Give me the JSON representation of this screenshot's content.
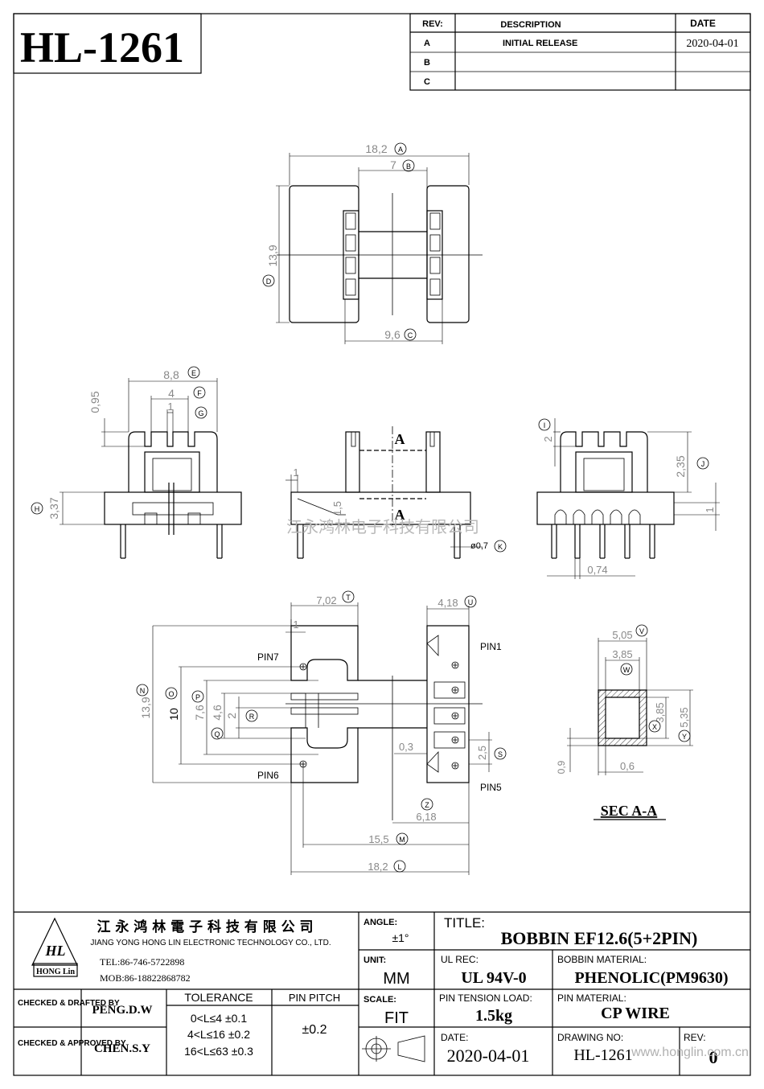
{
  "part_number": "HL-1261",
  "revision_table": {
    "headers": {
      "rev": "REV:",
      "description": "DESCRIPTION",
      "date": "DATE"
    },
    "rows": [
      {
        "rev": "A",
        "description": "INITIAL RELEASE",
        "date": "2020-04-01"
      },
      {
        "rev": "B",
        "description": "",
        "date": ""
      },
      {
        "rev": "C",
        "description": "",
        "date": ""
      }
    ]
  },
  "dimensions": {
    "top_width": "18,2",
    "top_width_tag": "A",
    "top_inner": "7",
    "top_inner_tag": "B",
    "top_bottom": "9,6",
    "top_bottom_tag": "C",
    "top_height": "13,9",
    "top_height_tag": "D",
    "front_width": "8,8",
    "front_width_tag": "E",
    "front_slot": "4",
    "front_slot_tag": "F",
    "front_gap": "1",
    "front_gap_tag": "G",
    "front_top": "0,95",
    "front_height": "3,37",
    "front_height_tag": "H",
    "mid_1": "1",
    "mid_15": "1,5",
    "pin_dia": "ø0,7",
    "pin_dia_tag": "K",
    "right_2": "2",
    "right_2_tag": "I",
    "right_235": "2,35",
    "right_235_tag": "J",
    "right_1": "1",
    "right_074": "0,74",
    "bot_702": "7,02",
    "bot_702_tag": "T",
    "bot_1": "1",
    "bot_418": "4,18",
    "bot_418_tag": "U",
    "bot_139": "13,9",
    "bot_139_tag": "N",
    "bot_10": "10",
    "bot_10_tag": "O",
    "bot_76": "7,6",
    "bot_76_tag": "P",
    "bot_46": "4,6",
    "bot_46_tag": "Q",
    "bot_2": "2",
    "bot_2_tag": "R",
    "bot_03": "0,3",
    "bot_25": "2,5",
    "bot_25_tag": "S",
    "bot_618": "6,18",
    "bot_618_tag": "Z",
    "bot_155": "15,5",
    "bot_155_tag": "M",
    "bot_182": "18,2",
    "bot_182_tag": "L",
    "sec_505": "5,05",
    "sec_505_tag": "V",
    "sec_385w": "3,85",
    "sec_385w_tag": "W",
    "sec_385h": "3,85",
    "sec_385h_tag": "X",
    "sec_535": "5,35",
    "sec_535_tag": "Y",
    "sec_09": "0,9",
    "sec_06": "0,6"
  },
  "section_marks": {
    "a_top": "A",
    "a_bottom": "A"
  },
  "pin_labels": {
    "pin7": "PIN7",
    "pin6": "PIN6",
    "pin1": "PIN1",
    "pin5": "PIN5"
  },
  "section_title": "SEC A-A",
  "watermark_cn": "江永鸿林电子科技有限公司",
  "company": {
    "name_cn": "江 永 鸿 林 電 子 科 技 有 限 公 司",
    "name_en": "JIANG YONG HONG LIN ELECTRONIC TECHNOLOGY CO., LTD.",
    "tel": "TEL:86-746-5722898",
    "mob": "MOB:86-18822868782"
  },
  "title_block": {
    "angle_label": "ANGLE:",
    "angle_value": "±1°",
    "unit_label": "UNIT:",
    "unit_value": "MM",
    "scale_label": "SCALE:",
    "scale_value": "FIT",
    "title_label": "TITLE:",
    "title_value": "BOBBIN EF12.6(5+2PIN)",
    "ul_label": "UL REC:",
    "ul_value": "UL 94V-0",
    "material_label": "BOBBIN MATERIAL:",
    "material_value": "PHENOLIC(PM9630)",
    "tension_label": "PIN TENSION LOAD:",
    "tension_value": "1.5kg",
    "pin_material_label": "PIN MATERIAL:",
    "pin_material_value": "CP WIRE",
    "date_label": "DATE:",
    "date_value": "2020-04-01",
    "drawing_label": "DRAWING NO:",
    "drawing_value": "HL-1261",
    "rev_label": "REV:",
    "rev_value": "0",
    "checked_drafted": "CHECKED & DRAFTED BY",
    "drafted_name": "PENG.D.W",
    "checked_approved": "CHECKED & APPROVED BY",
    "approved_name": "CHEN.S.Y",
    "tolerance_label": "TOLERANCE",
    "tolerance_rows": [
      "0<L≤4  ±0.1",
      "4<L≤16  ±0.2",
      "16<L≤63 ±0.3"
    ],
    "pin_pitch_label": "PIN PITCH",
    "pin_pitch_value": "±0.2"
  },
  "watermark_url": "www.honglin.com.cn"
}
